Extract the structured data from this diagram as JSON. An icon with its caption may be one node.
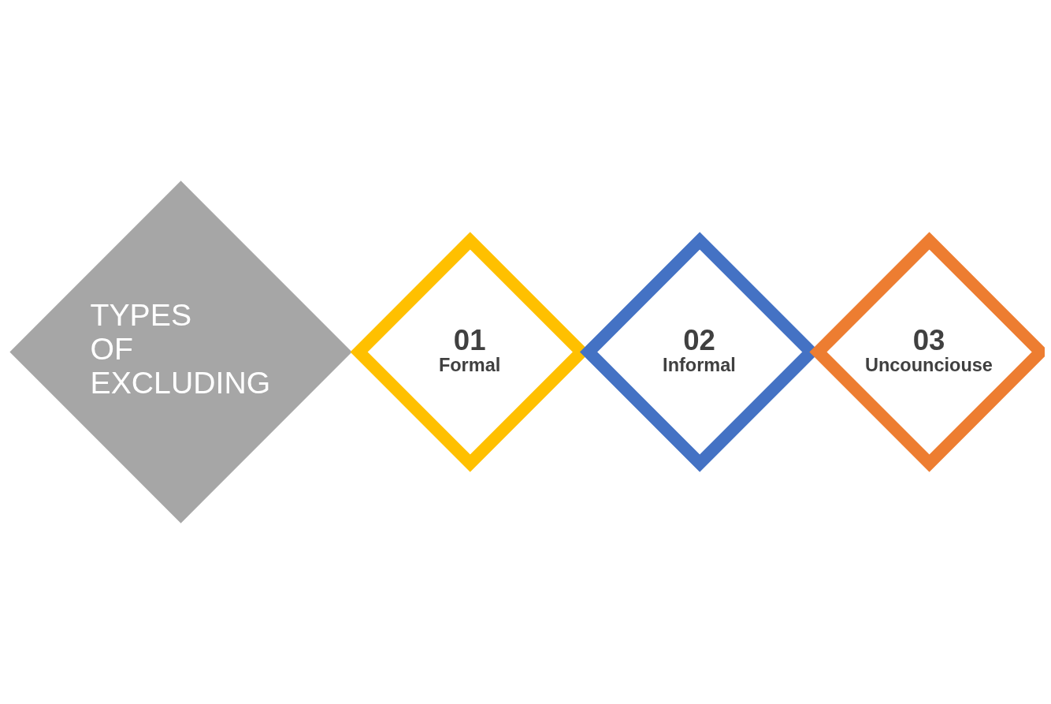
{
  "diagram": {
    "nodes": [
      {
        "text": [
          "TYPES OF EXCLUDING"
        ]
      },
      {
        "text": [
          "01",
          "Formal"
        ]
      },
      {
        "text": [
          "02",
          "Informal"
        ]
      },
      {
        "text": [
          "03",
          "Uncounciouse"
        ]
      }
    ]
  }
}
